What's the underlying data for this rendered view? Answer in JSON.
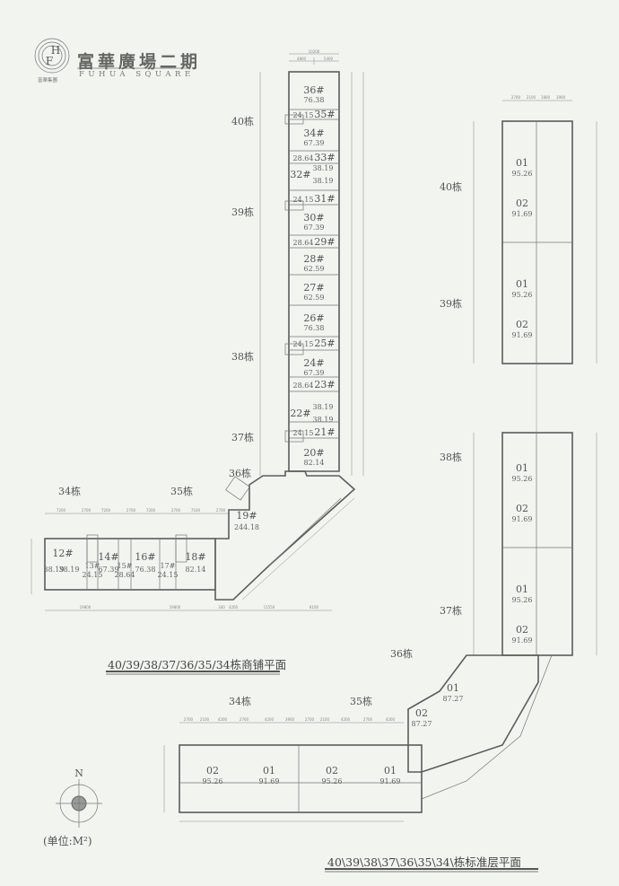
{
  "logo": {
    "name_cn": "富華廣場二期",
    "name_en": "FUHUA SQUARE",
    "group": "富華集團",
    "mark": "HF"
  },
  "shop_plan": {
    "title": "40/39/38/37/36/35/34栋商铺平面",
    "buildings": [
      "40栋",
      "39栋",
      "38栋",
      "37栋",
      "36栋",
      "34栋",
      "35栋"
    ],
    "vertical_units": [
      {
        "no": "36#",
        "area": "76.38"
      },
      {
        "no": "35#",
        "area": "24.15"
      },
      {
        "no": "34#",
        "area": "67.39"
      },
      {
        "no": "33#",
        "area": "28.64"
      },
      {
        "no": "32#",
        "area": "38.19",
        "area2": "38.19"
      },
      {
        "no": "31#",
        "area": "24.15"
      },
      {
        "no": "30#",
        "area": "67.39"
      },
      {
        "no": "29#",
        "area": "28.64"
      },
      {
        "no": "28#",
        "area": "62.59"
      },
      {
        "no": "27#",
        "area": "62.59"
      },
      {
        "no": "26#",
        "area": "76.38"
      },
      {
        "no": "25#",
        "area": "24.15"
      },
      {
        "no": "24#",
        "area": "67.39"
      },
      {
        "no": "23#",
        "area": "28.64"
      },
      {
        "no": "22#",
        "area": "38.19",
        "area2": "38.19"
      },
      {
        "no": "21#",
        "area": "24.15"
      },
      {
        "no": "20#",
        "area": "82.14"
      }
    ],
    "horizontal_units": [
      {
        "no": "12#",
        "area": "38.19",
        "area2": "38.19"
      },
      {
        "no": "13#",
        "area": "24.15"
      },
      {
        "no": "14#",
        "area": "67.39"
      },
      {
        "no": "15#",
        "area": "28.64"
      },
      {
        "no": "16#",
        "area": "76.38"
      },
      {
        "no": "17#",
        "area": "24.15"
      },
      {
        "no": "18#",
        "area": "82.14"
      }
    ],
    "corner_unit": {
      "no": "19#",
      "area": "244.18"
    },
    "dimensions_top": [
      "10200",
      "4800",
      "5400"
    ],
    "dimensions_horizontal": [
      "7200",
      "2700",
      "7200",
      "2700",
      "7200",
      "2700",
      "7100",
      "2700"
    ],
    "dimensions_bottom": [
      "19800",
      "19800",
      "300",
      "4200",
      "11550",
      "8100"
    ]
  },
  "standard_plan": {
    "title": "40\\39\\38\\37\\36\\35\\34\\栋标准层平面",
    "buildings": [
      "40栋",
      "39栋",
      "38栋",
      "37栋",
      "36栋",
      "34栋",
      "35栋"
    ],
    "right_units": [
      {
        "no": "01",
        "area": "95.26"
      },
      {
        "no": "02",
        "area": "91.69"
      },
      {
        "no": "01",
        "area": "95.26"
      },
      {
        "no": "02",
        "area": "91.69"
      },
      {
        "no": "01",
        "area": "95.26"
      },
      {
        "no": "02",
        "area": "91.69"
      },
      {
        "no": "01",
        "area": "95.26"
      },
      {
        "no": "02",
        "area": "91.69"
      }
    ],
    "curve_units": [
      {
        "no": "01",
        "area": "87.27"
      },
      {
        "no": "02",
        "area": "87.27"
      }
    ],
    "bottom_units": [
      {
        "no": "02",
        "area": "95.26"
      },
      {
        "no": "01",
        "area": "91.69"
      },
      {
        "no": "02",
        "area": "95.26"
      },
      {
        "no": "01",
        "area": "91.69"
      }
    ],
    "dimensions_right_top": [
      "2700",
      "2100",
      "1800",
      "3900"
    ],
    "dimensions_bottom_top": [
      "2700",
      "2100",
      "4200",
      "2700",
      "4200",
      "3900",
      "2700",
      "2100",
      "4200",
      "2700",
      "4200"
    ]
  },
  "compass": {
    "north": "N"
  },
  "unit_note": "(单位:M²)"
}
